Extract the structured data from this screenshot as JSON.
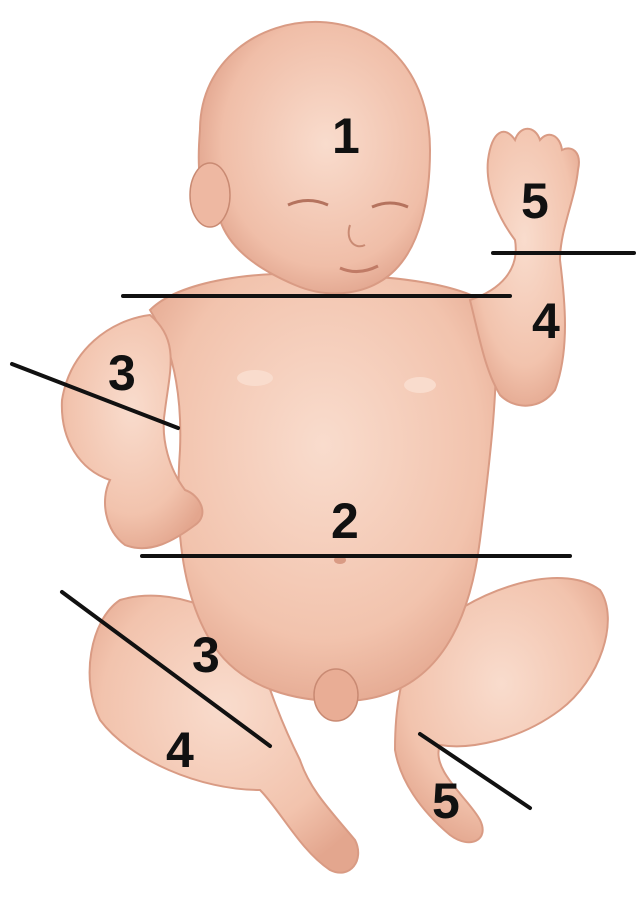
{
  "colors": {
    "background": "#ffffff",
    "skin_light": "#f6cfbd",
    "skin_mid": "#eeb8a2",
    "skin_shadow": "#d99b84",
    "outline": "#c98a73",
    "divider_line": "#111111",
    "label_text": "#111111"
  },
  "labels": {
    "head": "1",
    "trunk": "2",
    "right_upper_arm": "3",
    "left_forearm": "4",
    "left_hand": "5",
    "right_thigh": "3",
    "right_lower_leg": "4",
    "left_foot": "5"
  }
}
